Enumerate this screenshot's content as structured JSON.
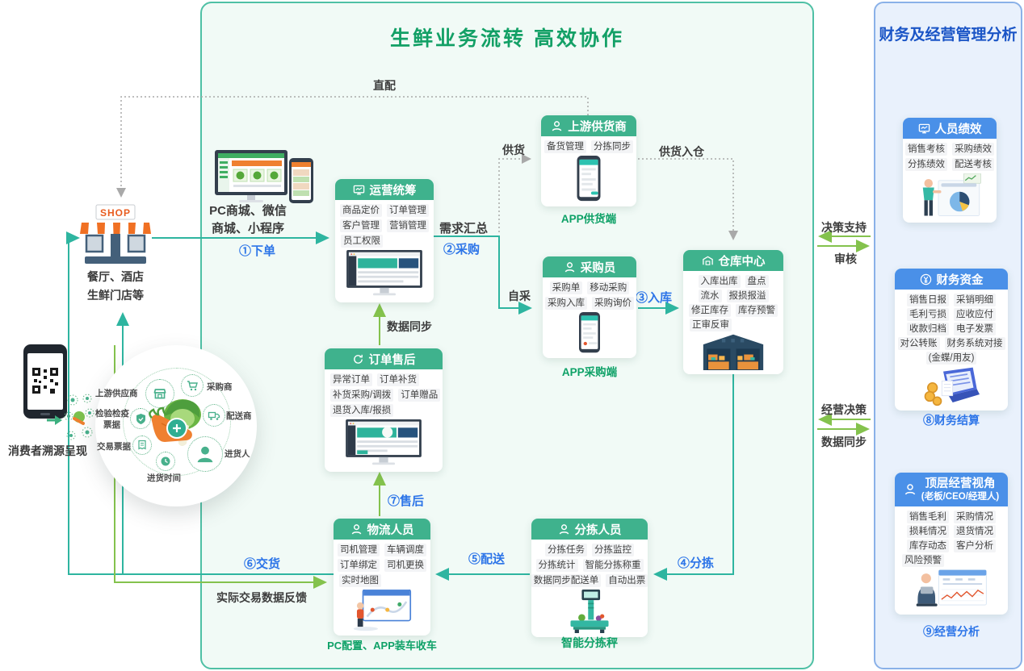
{
  "main": {
    "title": "生鲜业务流转  高效协作"
  },
  "right": {
    "title": "财务及经营管理分析",
    "renyuan": {
      "title": "人员绩效",
      "items": [
        "销售考核",
        "采购绩效",
        "分拣绩效",
        "配送考核"
      ]
    },
    "caiwu": {
      "title": "财务资金",
      "items": [
        "销售日报",
        "采销明细",
        "毛利亏损",
        "应收应付",
        "收款归档",
        "电子发票",
        "对公转账",
        "财务系统对接",
        "(金蝶/用友)"
      ],
      "caption": "⑧财务结算"
    },
    "dingceng": {
      "title": "顶层经营视角",
      "subtitle": "(老板/CEO/经理人)",
      "items": [
        "销售毛利",
        "采购情况",
        "损耗情况",
        "退货情况",
        "库存动态",
        "客户分析",
        "风险预警"
      ],
      "caption": "⑨经营分析"
    }
  },
  "boxes": {
    "yunying": {
      "title": "运营统筹",
      "items": [
        "商品定价",
        "订单管理",
        "客户管理",
        "营销管理",
        "员工权限"
      ]
    },
    "gongying": {
      "title": "上游供货商",
      "items": [
        "备货管理",
        "分拣同步"
      ],
      "caption": "APP供货端"
    },
    "caigou": {
      "title": "采购员",
      "items": [
        "采购单",
        "移动采购",
        "采购入库",
        "采购询价"
      ],
      "caption": "APP采购端"
    },
    "cangku": {
      "title": "仓库中心",
      "items": [
        "入库出库",
        "盘点",
        "流水",
        "报损报溢",
        "修正库存",
        "库存预警",
        "正审反审"
      ]
    },
    "shouhou": {
      "title": "订单售后",
      "items": [
        "异常订单",
        "订单补货",
        "补货采购/调拨",
        "订单赠品",
        "退货入库/报损"
      ]
    },
    "wuliu": {
      "title": "物流人员",
      "items": [
        "司机管理",
        "车辆调度",
        "订单绑定",
        "司机更换",
        "实时地图"
      ],
      "caption": "PC配置、APP装车收车"
    },
    "fenjian": {
      "title": "分拣人员",
      "items": [
        "分拣任务",
        "分拣监控",
        "分拣统计",
        "智能分拣称重",
        "数据同步配送单",
        "自动出票"
      ],
      "caption": "智能分拣秤"
    }
  },
  "labels": {
    "zhipei": "直配",
    "gonghuo": "供货",
    "gonghuo_rucang": "供货入仓",
    "xuqiu": "需求汇总",
    "zicai": "自采",
    "shuju_tongbu": "数据同步",
    "fankui": "实际交易数据反馈",
    "step1": "①下单",
    "step2": "②采购",
    "step3": "③入库",
    "step4": "④分拣",
    "step5": "⑤配送",
    "step6": "⑥交货",
    "step7": "⑦售后",
    "juece": "决策支持",
    "shenhe": "审核",
    "jingying": "经营决策",
    "shuju_tongbu2": "数据同步"
  },
  "left": {
    "pc_line1": "PC商城、微信",
    "pc_line2": "商城、小程序",
    "shop_sign": "SHOP",
    "shop_line1": "餐厅、酒店",
    "shop_line2": "生鲜门店等",
    "trace": "消费者溯源呈现",
    "circle": {
      "supplier": "上游供应商",
      "buyer": "采购商",
      "courier": "配送商",
      "stocker": "进货人",
      "time": "进货时间",
      "ticket": "交易票据",
      "quarantine1": "检验检疫",
      "quarantine2": "票据"
    }
  },
  "colors": {
    "teal_flow": "#2eb5a0",
    "green_flow": "#84c24d",
    "gray_dash": "#9b9b9b",
    "green_header": "#3fb28d",
    "blue_header": "#4a90e8",
    "title_green": "#13a066",
    "title_blue": "#1b55c6",
    "step_blue": "#2d75e8"
  }
}
